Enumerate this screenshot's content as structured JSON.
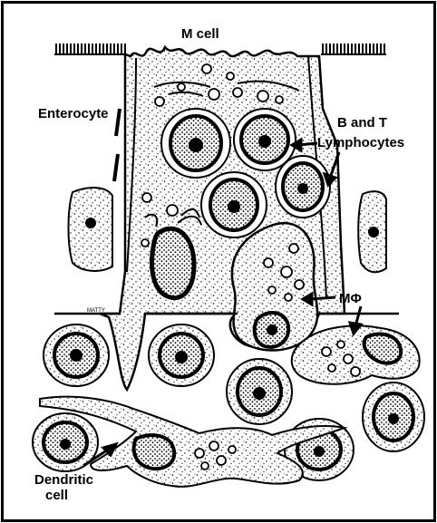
{
  "labels": {
    "m_cell": "M cell",
    "enterocyte": "Enterocyte",
    "b_and_t_line1": "B and T",
    "b_and_t_line2": "Lymphocytes",
    "macrophage": "MΦ",
    "dendritic_line1": "Dendritic",
    "dendritic_line2": "cell"
  },
  "artist_signature": "MATTY",
  "colors": {
    "ink": "#000000",
    "background": "#ffffff"
  }
}
